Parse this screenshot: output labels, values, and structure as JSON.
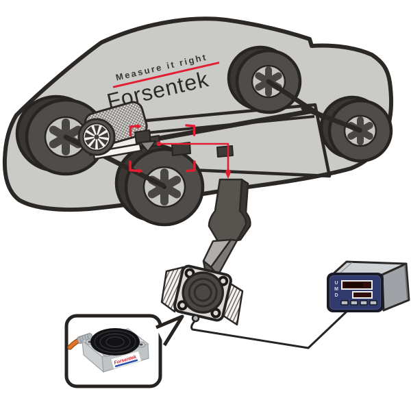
{
  "branding": {
    "tagline": "Measure it right",
    "name": "Forsentek"
  },
  "callout": {
    "label_brand": "Forsentek"
  },
  "display_unit": {
    "indicators": [
      "U",
      "M",
      "D"
    ],
    "button_count": 4
  },
  "colors": {
    "accent_red": "#e01f30",
    "car_body_gray": "#cacbc9",
    "outline_dark": "#2b2826",
    "panel_navy": "#303a6d",
    "screen_maroon": "#2f0d0a",
    "cable_orange": "#e2722a",
    "metal_silver": "#d9dbdd"
  },
  "icons": {
    "down-arrow-icon": "3d arrow pointing down to sensor",
    "motor-fan-icon": "radial fan on motor face",
    "wheel-icon": "six-spoke wheel",
    "bracket-icon": "red corner highlight bracket"
  }
}
